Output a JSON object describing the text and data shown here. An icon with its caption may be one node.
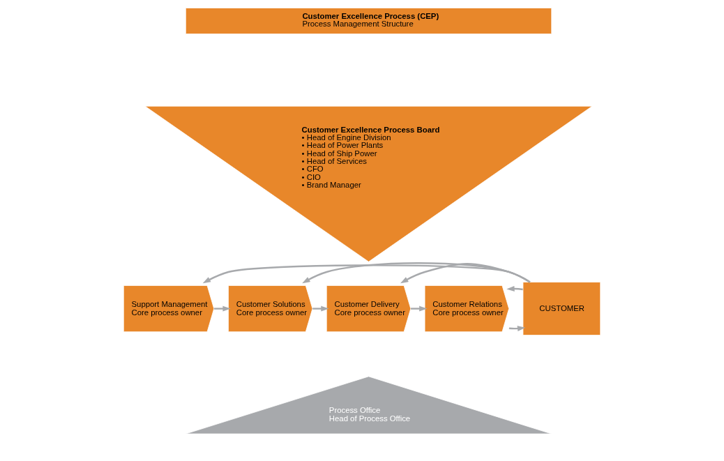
{
  "diagram": {
    "nodes": [
      {
        "text": [
          "Customer Excellence Process (CEP)",
          "Process Management Structure"
        ]
      },
      {
        "text": [
          "Customer Excellence Process Board",
          "• Head of Engine Division",
          "• Head of Power Plants",
          "• Head of Ship Power",
          "• Head of Services",
          "• CFO",
          "• CIO",
          "• Brand Manager"
        ]
      },
      {
        "text": [
          "Support Management",
          "Core process owner"
        ]
      },
      {
        "text": [
          "Customer Solutions",
          "Core process owner"
        ]
      },
      {
        "text": [
          "Customer Delivery",
          "Core process owner"
        ]
      },
      {
        "text": [
          "Customer Relations",
          "Core process owner"
        ]
      },
      {
        "text": [
          "CUSTOMER"
        ]
      },
      {
        "text": [
          "Process Office",
          "Head of Process Office"
        ]
      }
    ],
    "edges": [
      {
        "from": 2,
        "to": 3,
        "arrow": "to"
      },
      {
        "from": 3,
        "to": 4,
        "arrow": "to"
      },
      {
        "from": 4,
        "to": 5,
        "arrow": "to"
      },
      {
        "from": 5,
        "to": 6,
        "arrow": "to"
      },
      {
        "from": 6,
        "to": 2,
        "arrow": "to"
      },
      {
        "from": 6,
        "to": 3,
        "arrow": "to"
      },
      {
        "from": 6,
        "to": 4,
        "arrow": "to"
      },
      {
        "from": 6,
        "to": 5,
        "arrow": "to"
      }
    ]
  }
}
